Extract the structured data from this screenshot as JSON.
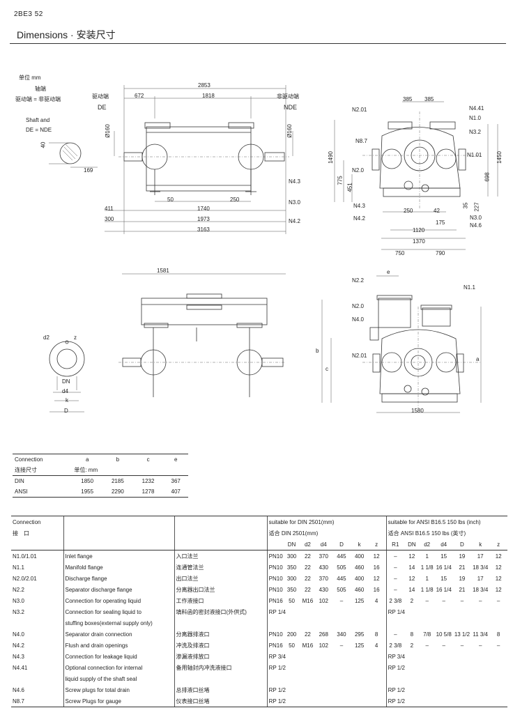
{
  "header": {
    "code": "2BE3 52",
    "title": "Dimensions · 安装尺寸"
  },
  "legend": {
    "unit": "单位 mm",
    "shaft_cn": "轴端",
    "drive_cn": "驱动端 = 非驱动端",
    "shaft_en": "Shaft and",
    "de_nde": "DE = NDE",
    "drive_side_cn": "驱动端",
    "drive_side": "DE",
    "nondrive_side_cn": "非驱动端",
    "nondrive_side": "NDE"
  },
  "top_left_dims": {
    "total": "2853",
    "d672": "672",
    "d1818": "1818",
    "d160a": "Ø160",
    "d160b": "Ø160",
    "d40": "40",
    "d169": "169",
    "d50": "50",
    "d250": "250",
    "d411": "411",
    "d1740": "1740",
    "d300": "300",
    "d1973": "1973",
    "d3163": "3163",
    "n43": "N4.3",
    "n30": "N3.0",
    "n42": "N4.2"
  },
  "top_right_dims": {
    "d385a": "385",
    "d385b": "385",
    "n201": "N2.01",
    "n441": "N4.41",
    "n10": "N1.0",
    "n32": "N3.2",
    "n87": "N8.7",
    "n101": "N1.01",
    "n20": "N2.0",
    "n43": "N4.3",
    "n42": "N4.2",
    "n30": "N3.0",
    "n46": "N4.6",
    "d1490": "1490",
    "d775": "775",
    "d451": "451",
    "d1450": "1450",
    "d698": "698",
    "d35": "35",
    "d227": "227",
    "d250": "250",
    "d42": "42",
    "d175": "175",
    "d1120": "1120",
    "d1370": "1370",
    "d750": "750",
    "d790": "790"
  },
  "bottom_left_dims": {
    "d1581": "1581",
    "d2": "d2",
    "z": "z",
    "dn": "DN",
    "d4": "d4",
    "k": "k",
    "D": "D"
  },
  "bottom_right_dims": {
    "e": "e",
    "n22": "N2.2",
    "n11": "N1.1",
    "n20": "N2.0",
    "n40": "N4.0",
    "n201": "N2.01",
    "b": "b",
    "c": "c",
    "a": "a",
    "d1580": "1580"
  },
  "conn_table": {
    "head_en": "Connection",
    "head_cn": "连接尺寸",
    "cols": [
      "a",
      "b",
      "c",
      "e"
    ],
    "unit": "单位: mm",
    "rows": [
      {
        "name": "DIN",
        "a": "1850",
        "b": "2185",
        "c": "1232",
        "e": "367"
      },
      {
        "name": "ANSI",
        "a": "1955",
        "b": "2290",
        "c": "1278",
        "e": "407"
      }
    ]
  },
  "main_table": {
    "head_en": "Connection",
    "head_cn": "接　口",
    "din_en": "suitable for DIN 2501(mm)",
    "din_cn": "适合 DIN 2501(mm)",
    "ansi_en": "suitable for ANSI B16.5 150 lbs (inch)",
    "ansi_cn": "适合 ANSI B16.5 150 lbs (英寸)",
    "din_cols": [
      "DN",
      "d2",
      "d4",
      "D",
      "k",
      "z"
    ],
    "ansi_cols": [
      "R1",
      "DN",
      "d2",
      "d4",
      "D",
      "k",
      "z"
    ],
    "rows": [
      {
        "id": "N1.0/1.01",
        "en": "Inlet flange",
        "cn": "入口法兰",
        "pn": "PN10",
        "dn": "300",
        "d2": "22",
        "d4": "370",
        "D": "445",
        "k": "400",
        "z": "12",
        "r1": "–",
        "adn": "12",
        "ad2": "1",
        "ad4": "15",
        "aD": "19",
        "ak": "17",
        "az": "12"
      },
      {
        "id": "N1.1",
        "en": "Manifold flange",
        "cn": "连通管法兰",
        "pn": "PN10",
        "dn": "350",
        "d2": "22",
        "d4": "430",
        "D": "505",
        "k": "460",
        "z": "16",
        "r1": "–",
        "adn": "14",
        "ad2": "1 1/8",
        "ad4": "16 1/4",
        "aD": "21",
        "ak": "18 3/4",
        "az": "12"
      },
      {
        "id": "N2.0/2.01",
        "en": "Discharge flange",
        "cn": "出口法兰",
        "pn": "PN10",
        "dn": "300",
        "d2": "22",
        "d4": "370",
        "D": "445",
        "k": "400",
        "z": "12",
        "r1": "–",
        "adn": "12",
        "ad2": "1",
        "ad4": "15",
        "aD": "19",
        "ak": "17",
        "az": "12"
      },
      {
        "id": "N2.2",
        "en": "Separator discharge flange",
        "cn": "分离器出口法兰",
        "pn": "PN10",
        "dn": "350",
        "d2": "22",
        "d4": "430",
        "D": "505",
        "k": "460",
        "z": "16",
        "r1": "–",
        "adn": "14",
        "ad2": "1 1/8",
        "ad4": "16 1/4",
        "aD": "21",
        "ak": "18 3/4",
        "az": "12"
      },
      {
        "id": "N3.0",
        "en": "Connection for operating liquid",
        "cn": "工作液接口",
        "pn": "PN16",
        "dn": "50",
        "d2": "M16",
        "d4": "102",
        "D": "–",
        "k": "125",
        "z": "4",
        "r1": "2 3/8",
        "adn": "2",
        "ad2": "–",
        "ad4": "–",
        "aD": "–",
        "ak": "–",
        "az": "–"
      },
      {
        "id": "N3.2",
        "en": "Connection for sealing liquid to",
        "en2": "stuffing boxes(external supply only)",
        "cn": "填料函的密封液接口(外供式)",
        "pn": "RP 1/4",
        "r1": "RP 1/4"
      },
      {
        "id": "N4.0",
        "en": "Separator drain connection",
        "cn": "分离器排液口",
        "pn": "PN10",
        "dn": "200",
        "d2": "22",
        "d4": "268",
        "D": "340",
        "k": "295",
        "z": "8",
        "r1": "–",
        "adn": "8",
        "ad2": "7/8",
        "ad4": "10 5/8",
        "aD": "13 1/2",
        "ak": "11 3/4",
        "az": "8"
      },
      {
        "id": "N4.2",
        "en": "Flush and drain openings",
        "cn": "冲洗及排液口",
        "pn": "PN16",
        "dn": "50",
        "d2": "M16",
        "d4": "102",
        "D": "–",
        "k": "125",
        "z": "4",
        "r1": "2 3/8",
        "adn": "2",
        "ad2": "–",
        "ad4": "–",
        "aD": "–",
        "ak": "–",
        "az": "–"
      },
      {
        "id": "N4.3",
        "en": "Connection for leakage liquid",
        "cn": "渗漏液排放口",
        "pn": "RP 3/4",
        "r1": "RP 3/4"
      },
      {
        "id": "N4.41",
        "en": "Optional connection for internal",
        "en2": "liquid supply of the shaft seal",
        "cn": "备用轴封内冲洗液接口",
        "pn": "RP 1/2",
        "r1": "RP 1/2"
      },
      {
        "id": "N4.6",
        "en": "Screw plugs for total drain",
        "cn": "总排液口丝堵",
        "pn": "RP 1/2",
        "r1": "RP 1/2"
      },
      {
        "id": "N8.7",
        "en": "Screw Plugs for gauge",
        "cn": "仪表接口丝堵",
        "pn": "RP 1/2",
        "r1": "RP 1/2"
      }
    ]
  }
}
